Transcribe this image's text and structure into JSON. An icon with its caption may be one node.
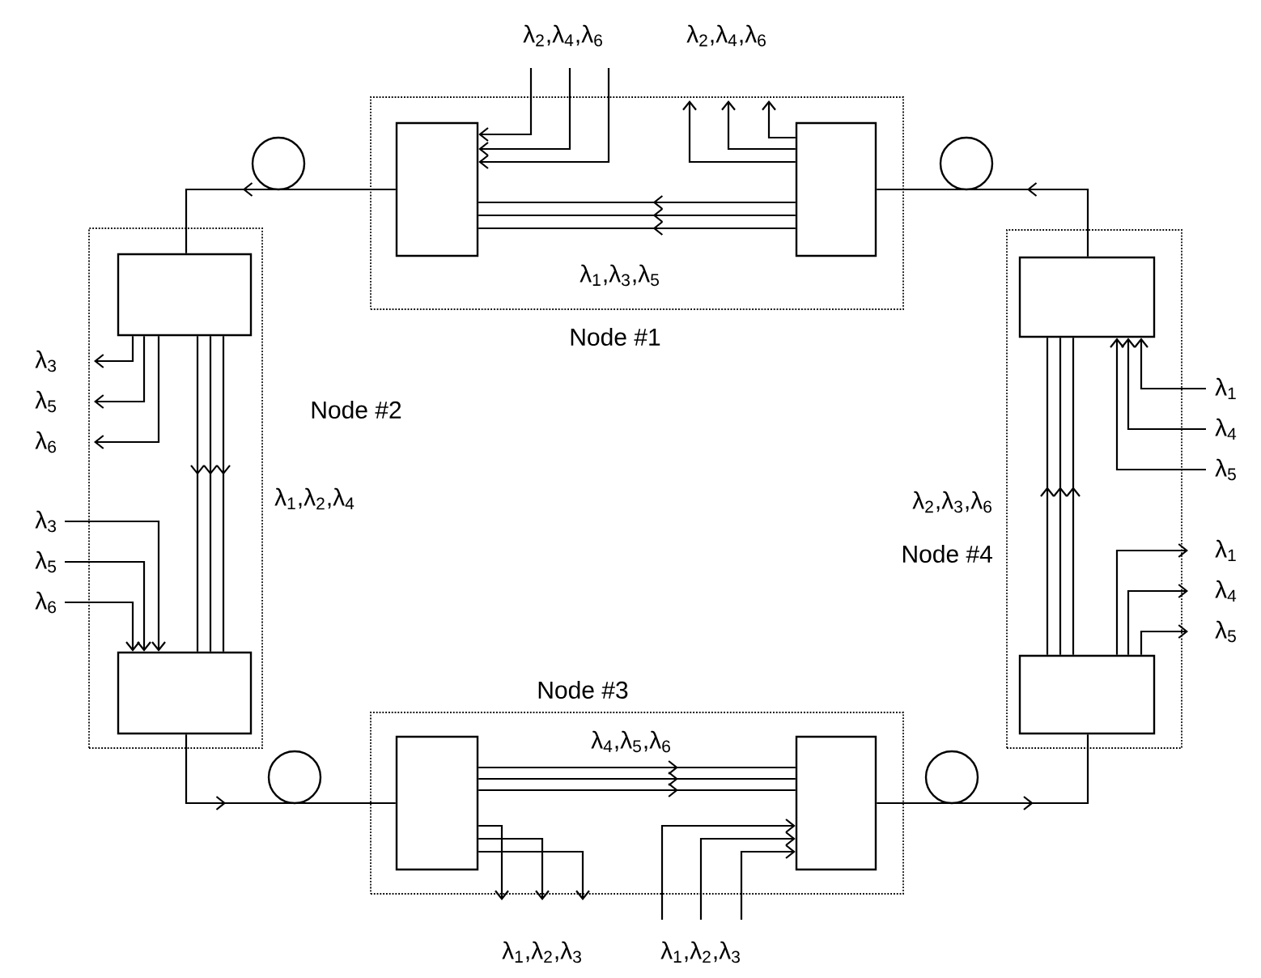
{
  "diagram": {
    "nodes": [
      {
        "text": [
          "Node #1"
        ]
      },
      {
        "text": [],
        "shape": "box",
        "in": 0
      },
      {
        "text": [],
        "shape": "box",
        "in": 0
      },
      {
        "text": [
          "Node #2"
        ]
      },
      {
        "text": [],
        "shape": "box",
        "in": 3
      },
      {
        "text": [],
        "shape": "box",
        "in": 3
      },
      {
        "text": [
          "Node #3"
        ]
      },
      {
        "text": [],
        "shape": "box",
        "in": 6
      },
      {
        "text": [],
        "shape": "box",
        "in": 6
      },
      {
        "text": [
          "Node #4"
        ]
      },
      {
        "text": [],
        "shape": "box",
        "in": 9
      },
      {
        "text": [],
        "shape": "box",
        "in": 9
      },
      {
        "text": [],
        "shape": "circle"
      },
      {
        "text": [],
        "shape": "circle"
      },
      {
        "text": [],
        "shape": "circle"
      },
      {
        "text": [],
        "shape": "circle"
      }
    ],
    "edges": [
      {
        "from": 2,
        "to": 1,
        "arrow": "to"
      },
      {
        "from": 2,
        "to": 1,
        "arrow": "to"
      },
      {
        "from": 2,
        "to": 1,
        "arrow": "to",
        "label": "λ$_{1}$,λ$_{3}$,λ$_{5}$"
      },
      {
        "from": null,
        "to": 1,
        "arrow": "to",
        "label": "λ$_{2}$,λ$_{4}$,λ$_{6}$"
      },
      {
        "from": null,
        "to": 1,
        "arrow": "to"
      },
      {
        "from": null,
        "to": 1,
        "arrow": "to"
      },
      {
        "from": 2,
        "to": null,
        "arrow": "to",
        "label": "λ$_{2}$,λ$_{4}$,λ$_{6}$"
      },
      {
        "from": 2,
        "to": null,
        "arrow": "to"
      },
      {
        "from": 2,
        "to": null,
        "arrow": "to"
      },
      {
        "from": 10,
        "to": 2,
        "arrow": "to"
      },
      {
        "from": 1,
        "to": 4,
        "arrow": "to"
      },
      {
        "from": 4,
        "to": 5,
        "arrow": "to"
      },
      {
        "from": 4,
        "to": 5,
        "arrow": "to"
      },
      {
        "from": 4,
        "to": 5,
        "arrow": "to",
        "label": "λ$_{1}$,λ$_{2}$,λ$_{4}$"
      },
      {
        "from": 4,
        "to": null,
        "arrow": "to",
        "label": "λ$_{3}$"
      },
      {
        "from": 4,
        "to": null,
        "arrow": "to",
        "label": "λ$_{5}$"
      },
      {
        "from": 4,
        "to": null,
        "arrow": "to",
        "label": "λ$_{6}$"
      },
      {
        "from": null,
        "to": 5,
        "arrow": "to",
        "label": "λ$_{3}$"
      },
      {
        "from": null,
        "to": 5,
        "arrow": "to",
        "label": "λ$_{5}$"
      },
      {
        "from": null,
        "to": 5,
        "arrow": "to",
        "label": "λ$_{6}$"
      },
      {
        "from": 5,
        "to": 7,
        "arrow": "to"
      },
      {
        "from": 7,
        "to": 8,
        "arrow": "to",
        "label": "λ$_{4}$,λ$_{5}$,λ$_{6}$"
      },
      {
        "from": 7,
        "to": 8,
        "arrow": "to"
      },
      {
        "from": 7,
        "to": 8,
        "arrow": "to"
      },
      {
        "from": 7,
        "to": null,
        "arrow": "to",
        "label": "λ$_{1}$,λ$_{2}$,λ$_{3}$"
      },
      {
        "from": 7,
        "to": null,
        "arrow": "to"
      },
      {
        "from": 7,
        "to": null,
        "arrow": "to"
      },
      {
        "from": null,
        "to": 8,
        "arrow": "to",
        "label": "λ$_{1}$,λ$_{2}$,λ$_{3}$"
      },
      {
        "from": null,
        "to": 8,
        "arrow": "to"
      },
      {
        "from": null,
        "to": 8,
        "arrow": "to"
      },
      {
        "from": 8,
        "to": 11,
        "arrow": "to"
      },
      {
        "from": 11,
        "to": 10,
        "arrow": "to",
        "label": "λ$_{2}$,λ$_{3}$,λ$_{6}$"
      },
      {
        "from": 11,
        "to": 10,
        "arrow": "to"
      },
      {
        "from": 11,
        "to": 10,
        "arrow": "to"
      },
      {
        "from": null,
        "to": 10,
        "arrow": "to",
        "label": "λ$_{1}$"
      },
      {
        "from": null,
        "to": 10,
        "arrow": "to",
        "label": "λ$_{4}$"
      },
      {
        "from": null,
        "to": 10,
        "arrow": "to",
        "label": "λ$_{5}$"
      },
      {
        "from": 11,
        "to": null,
        "arrow": "to",
        "label": "λ$_{1}$"
      },
      {
        "from": 11,
        "to": null,
        "arrow": "to",
        "label": "λ$_{4}$"
      },
      {
        "from": 11,
        "to": null,
        "arrow": "to",
        "label": "λ$_{5}$"
      }
    ]
  }
}
